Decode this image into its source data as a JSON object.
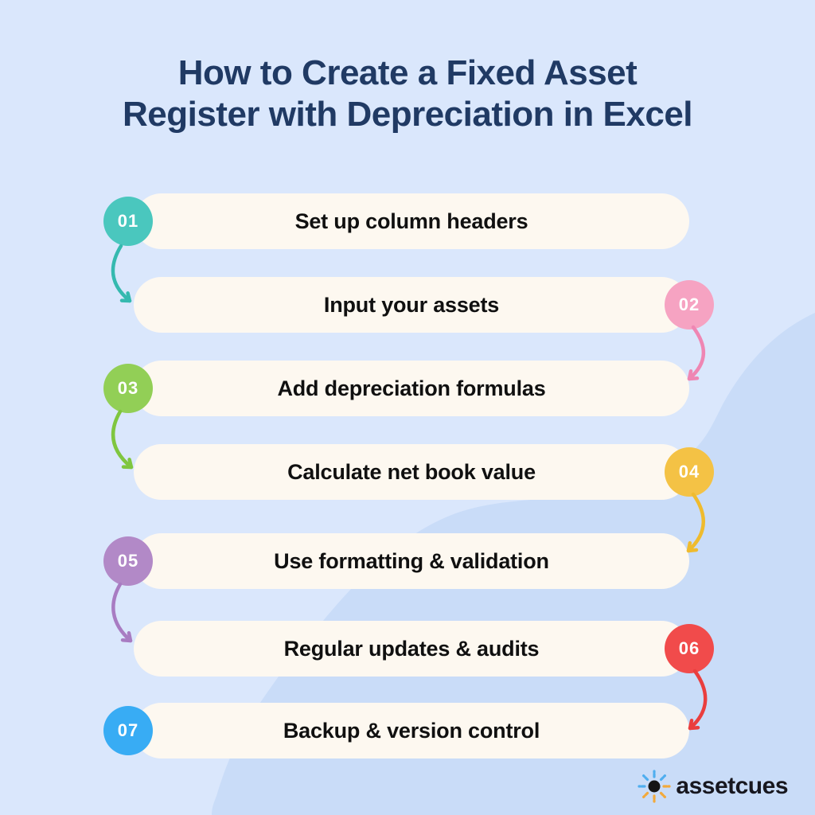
{
  "title": {
    "line1": "How to Create a Fixed Asset",
    "line2": "Register with Depreciation in Excel",
    "color": "#203A64"
  },
  "steps": [
    {
      "number": "01",
      "label": "Set up column headers",
      "side": "left",
      "badge_color": "#4AC7BE",
      "arrow_color": "#35B9AF"
    },
    {
      "number": "02",
      "label": "Input your assets",
      "side": "right",
      "badge_color": "#F6A3C2",
      "arrow_color": "#EF86B3"
    },
    {
      "number": "03",
      "label": "Add depreciation formulas",
      "side": "left",
      "badge_color": "#92CF56",
      "arrow_color": "#7FC63F"
    },
    {
      "number": "04",
      "label": "Calculate net book value",
      "side": "right",
      "badge_color": "#F4C245",
      "arrow_color": "#EFBB2E"
    },
    {
      "number": "05",
      "label": "Use formatting & validation",
      "side": "left",
      "badge_color": "#B289C7",
      "arrow_color": "#A87CC2"
    },
    {
      "number": "06",
      "label": "Regular updates & audits",
      "side": "right",
      "badge_color": "#F14B4B",
      "arrow_color": "#EA3E3E"
    },
    {
      "number": "07",
      "label": "Backup & version control",
      "side": "left",
      "badge_color": "#38ACF4",
      "arrow_color": null
    }
  ],
  "logo": {
    "text": "assetcues",
    "icon": "starburst-icon",
    "icon_colors": {
      "dot": "#151515",
      "top_rays": "#4FAEEF",
      "bottom_rays": "#F2A93B"
    },
    "text_color": "#17171F"
  },
  "background": {
    "base": "#DAE7FC",
    "wave": "#C9DCF8",
    "pill": "#FDF8F0",
    "step_text": "#101010"
  }
}
